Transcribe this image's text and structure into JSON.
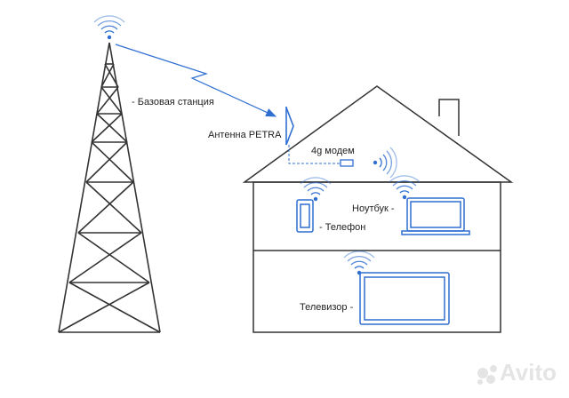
{
  "labels": {
    "base_station": "- Базовая станция",
    "antenna": "Антенна PETRA",
    "modem": "4g модем",
    "laptop": "Ноутбук -",
    "phone": "- Телефон",
    "tv": "Телевизор -"
  },
  "watermark": "Avito",
  "icons": {
    "wifi_signal": "wifi-signal-icon",
    "watermark_logo": "avito-logo-icon"
  },
  "colors": {
    "accent_blue": "#2f6fd1",
    "line_dark": "#333333",
    "label_text": "#222222",
    "watermark": "#e4e4e4"
  }
}
